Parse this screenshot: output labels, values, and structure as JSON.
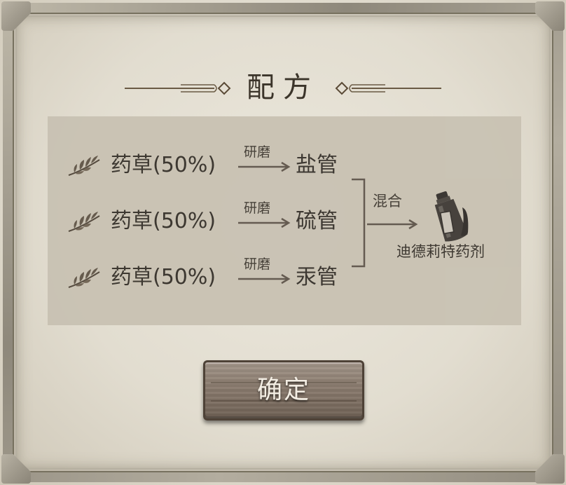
{
  "dialog": {
    "title": "配方",
    "confirm_label": "确定"
  },
  "recipe": {
    "steps": [
      {
        "ingredient": "药草(50%)",
        "process": "研磨",
        "product": "盐管",
        "icon": "herb-icon"
      },
      {
        "ingredient": "药草(50%)",
        "process": "研磨",
        "product": "硫管",
        "icon": "herb-icon"
      },
      {
        "ingredient": "药草(50%)",
        "process": "研磨",
        "product": "汞管",
        "icon": "herb-icon"
      }
    ],
    "combine_label": "混合",
    "result_name": "迪德莉特药剂",
    "result_icon": "potion-bottle-icon"
  },
  "colors": {
    "parchment": "#e2ddd0",
    "panel": "#c8c1b2",
    "text_dark": "#2f2a24",
    "button_wood": "#8a7b6e"
  }
}
